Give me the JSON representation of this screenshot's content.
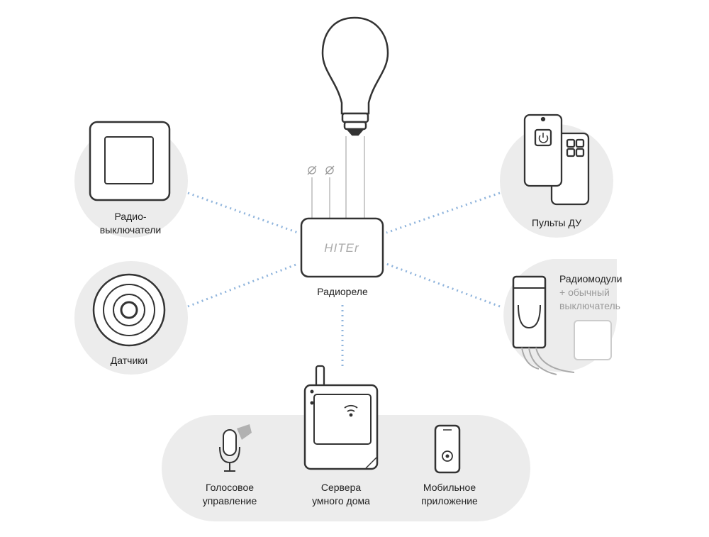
{
  "diagram": {
    "center": {
      "brand": "HITEr",
      "label": "Радиореле"
    },
    "nodes": {
      "switches": {
        "label_line1": "Радио-",
        "label_line2": "выключатели"
      },
      "sensors": {
        "label": "Датчики"
      },
      "remotes": {
        "label": "Пульты ДУ"
      },
      "radiomodules": {
        "label_line1": "Радиомодули",
        "label_line2": "+ обычный",
        "label_line3": "выключатель"
      },
      "voice": {
        "label_line1": "Голосовое",
        "label_line2": "управление"
      },
      "server": {
        "label_line1": "Сервера",
        "label_line2": "умного дома"
      },
      "mobile": {
        "label_line1": "Мобильное",
        "label_line2": "приложение"
      }
    },
    "colors": {
      "outline": "#333333",
      "circle_fill": "#ececec",
      "signal": "#8fb4dc",
      "wire": "#bbbbbb"
    }
  }
}
